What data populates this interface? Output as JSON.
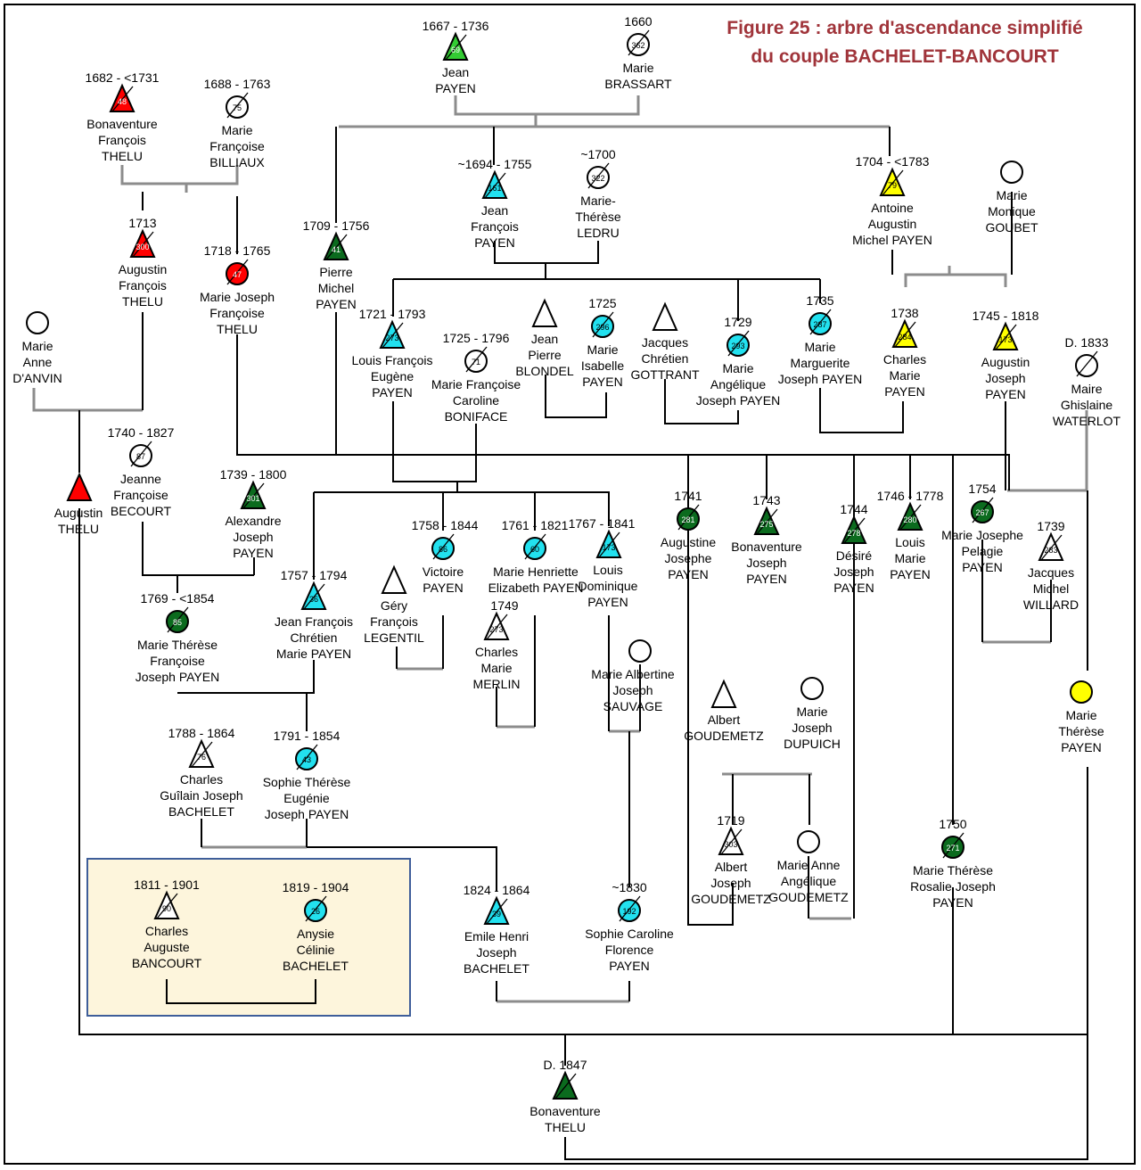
{
  "title": {
    "line1": "Figure 25 : arbre d'ascendance simplifié",
    "line2": "du couple BACHELET-BANCOURT"
  },
  "colors": {
    "red": "#ff0000",
    "light_green": "#33cc33",
    "dark_green": "#0b6b1e",
    "cyan": "#22e1ef",
    "yellow": "#ffff00",
    "white": "#ffffff",
    "gray_line": "#8c8c8c",
    "black_line": "#000000",
    "highlight_fill": "#fdf5dc",
    "highlight_border": "#3e5e9a",
    "title": "#a0343a"
  },
  "people": [
    {
      "id": "jean-payen-1667",
      "dates": "1667 - 1736",
      "name": [
        "Jean",
        "PAYEN"
      ],
      "num": "69",
      "shape": "triangle",
      "color": "light_green"
    },
    {
      "id": "marie-brassart",
      "dates": "1660",
      "name": [
        "Marie",
        "BRASSART"
      ],
      "num": "362",
      "shape": "circle",
      "color": "white"
    },
    {
      "id": "bonaventure-francois-thelu",
      "dates": "1682 - <1731",
      "name": [
        "Bonaventure",
        "François",
        "THELU"
      ],
      "num": "48",
      "shape": "triangle",
      "color": "red"
    },
    {
      "id": "marie-francoise-billiaux",
      "dates": "1688 - 1763",
      "name": [
        "Marie",
        "Françoise",
        "BILLIAUX"
      ],
      "num": "75",
      "shape": "circle",
      "color": "white"
    },
    {
      "id": "jean-francois-payen-1694",
      "dates": "~1694 - 1755",
      "name": [
        "Jean",
        "François",
        "PAYEN"
      ],
      "num": "161",
      "shape": "triangle",
      "color": "cyan"
    },
    {
      "id": "marie-therese-ledru",
      "dates": "~1700",
      "name": [
        "Marie-",
        "Thérèse",
        "LEDRU"
      ],
      "num": "322",
      "shape": "circle",
      "color": "white"
    },
    {
      "id": "antoine-augustin-michel-payen",
      "dates": "1704 - <1783",
      "name": [
        "Antoine",
        "Augustin",
        "Michel PAYEN"
      ],
      "num": "79",
      "shape": "triangle",
      "color": "yellow"
    },
    {
      "id": "marie-monique-goubet",
      "dates": "",
      "name": [
        "Marie",
        "Monique",
        "GOUBET"
      ],
      "num": "",
      "shape": "circle",
      "color": "white"
    },
    {
      "id": "augustin-francois-thelu",
      "dates": "1713",
      "name": [
        "Augustin",
        "François",
        "THELU"
      ],
      "num": "300",
      "shape": "triangle",
      "color": "red"
    },
    {
      "id": "marie-joseph-francoise-thelu",
      "dates": "1718 - 1765",
      "name": [
        "Marie Joseph",
        "Françoise",
        "THELU"
      ],
      "num": "47",
      "shape": "circle",
      "color": "red"
    },
    {
      "id": "pierre-michel-payen",
      "dates": "1709 - 1756",
      "name": [
        "Pierre",
        "Michel",
        "PAYEN"
      ],
      "num": "41",
      "shape": "triangle",
      "color": "dark_green"
    },
    {
      "id": "marie-anne-danvin",
      "dates": "",
      "name": [
        "Marie",
        "Anne",
        "D'ANVIN"
      ],
      "num": "",
      "shape": "circle",
      "color": "white"
    },
    {
      "id": "louis-francois-eugene-payen",
      "dates": "1721 - 1793",
      "name": [
        "Louis François",
        "Eugène",
        "PAYEN"
      ],
      "num": "273",
      "shape": "triangle",
      "color": "cyan"
    },
    {
      "id": "marie-francoise-caroline-boniface",
      "dates": "1725 - 1796",
      "name": [
        "Marie Françoise",
        "Caroline",
        "BONIFACE"
      ],
      "num": "71",
      "shape": "circle",
      "color": "white"
    },
    {
      "id": "jean-pierre-blondel",
      "dates": "",
      "name": [
        "Jean",
        "Pierre",
        "BLONDEL"
      ],
      "num": "",
      "shape": "triangle",
      "color": "white"
    },
    {
      "id": "marie-isabelle-payen",
      "dates": "1725",
      "name": [
        "Marie",
        "Isabelle",
        "PAYEN"
      ],
      "num": "296",
      "shape": "circle",
      "color": "cyan"
    },
    {
      "id": "jacques-chretien-gottrant",
      "dates": "",
      "name": [
        "Jacques",
        "Chrétien",
        "GOTTRANT"
      ],
      "num": "",
      "shape": "triangle",
      "color": "white"
    },
    {
      "id": "marie-angelique-joseph-payen",
      "dates": "1729",
      "name": [
        "Marie",
        "Angélique",
        "Joseph PAYEN"
      ],
      "num": "293",
      "shape": "circle",
      "color": "cyan"
    },
    {
      "id": "marie-marguerite-joseph-payen",
      "dates": "1735",
      "name": [
        "Marie",
        "Marguerite",
        "Joseph PAYEN"
      ],
      "num": "287",
      "shape": "circle",
      "color": "cyan"
    },
    {
      "id": "charles-marie-payen",
      "dates": "1738",
      "name": [
        "Charles",
        "Marie",
        "PAYEN"
      ],
      "num": "284",
      "shape": "triangle",
      "color": "yellow"
    },
    {
      "id": "augustin-joseph-payen",
      "dates": "1745 - 1818",
      "name": [
        "Augustin",
        "Joseph",
        "PAYEN"
      ],
      "num": "173",
      "shape": "triangle",
      "color": "yellow"
    },
    {
      "id": "maire-ghislaine-waterlot",
      "dates": "D. 1833",
      "name": [
        "Maire",
        "Ghislaine",
        "WATERLOT"
      ],
      "num": "",
      "shape": "circle",
      "color": "white",
      "deceased": true
    },
    {
      "id": "augustin-thelu",
      "dates": "",
      "name": [
        "Augustin",
        "THELU"
      ],
      "num": "",
      "shape": "triangle",
      "color": "red"
    },
    {
      "id": "jeanne-francoise-becourt",
      "dates": "1740 - 1827",
      "name": [
        "Jeanne",
        "Françoise",
        "BECOURT"
      ],
      "num": "87",
      "shape": "circle",
      "color": "white"
    },
    {
      "id": "alexandre-joseph-payen",
      "dates": "1739 - 1800",
      "name": [
        "Alexandre",
        "Joseph",
        "PAYEN"
      ],
      "num": "301",
      "shape": "triangle",
      "color": "dark_green"
    },
    {
      "id": "victoire-payen",
      "dates": "1758 - 1844",
      "name": [
        "Victoire",
        "PAYEN"
      ],
      "num": "86",
      "shape": "circle",
      "color": "cyan"
    },
    {
      "id": "marie-henriette-elizabeth-payen",
      "dates": "1761 - 1821",
      "name": [
        "Marie Henriette",
        "Elizabeth PAYEN"
      ],
      "num": "60",
      "shape": "circle",
      "color": "cyan"
    },
    {
      "id": "louis-dominique-payen",
      "dates": "1767 - 1841",
      "name": [
        "Louis",
        "Dominique",
        "PAYEN"
      ],
      "num": "173",
      "shape": "triangle",
      "color": "cyan"
    },
    {
      "id": "augustine-josephe-payen",
      "dates": "1741",
      "name": [
        "Augustine",
        "Josephe",
        "PAYEN"
      ],
      "num": "281",
      "shape": "circle",
      "color": "dark_green"
    },
    {
      "id": "bonaventure-joseph-payen",
      "dates": "1743",
      "name": [
        "Bonaventure",
        "Joseph",
        "PAYEN"
      ],
      "num": "275",
      "shape": "triangle",
      "color": "dark_green"
    },
    {
      "id": "desire-joseph-payen",
      "dates": "1744",
      "name": [
        "Désiré",
        "Joseph",
        "PAYEN"
      ],
      "num": "278",
      "shape": "triangle",
      "color": "dark_green"
    },
    {
      "id": "louis-marie-payen",
      "dates": "1746 - 1778",
      "name": [
        "Louis",
        "Marie",
        "PAYEN"
      ],
      "num": "280",
      "shape": "triangle",
      "color": "dark_green"
    },
    {
      "id": "marie-josephe-pelagie-payen",
      "dates": "1754",
      "name": [
        "Marie Josephe",
        "Pelagie",
        "PAYEN"
      ],
      "num": "267",
      "shape": "circle",
      "color": "dark_green"
    },
    {
      "id": "jacques-michel-willard",
      "dates": "1739",
      "name": [
        "Jacques",
        "Michel",
        "WILLARD"
      ],
      "num": "283",
      "shape": "triangle",
      "color": "white"
    },
    {
      "id": "marie-therese-francoise-joseph-payen",
      "dates": "1769 - <1854",
      "name": [
        "Marie Thérèse",
        "Françoise",
        "Joseph PAYEN"
      ],
      "num": "85",
      "shape": "circle",
      "color": "dark_green"
    },
    {
      "id": "jean-francois-chretien-marie-payen",
      "dates": "1757 - 1794",
      "name": [
        "Jean François",
        "Chrétien",
        "Marie PAYEN"
      ],
      "num": "36",
      "shape": "triangle",
      "color": "cyan"
    },
    {
      "id": "gery-francois-legentil",
      "dates": "",
      "name": [
        "Géry",
        "François",
        "LEGENTIL"
      ],
      "num": "",
      "shape": "triangle",
      "color": "white"
    },
    {
      "id": "charles-marie-merlin",
      "dates": "1749",
      "name": [
        "Charles",
        "Marie",
        "MERLIN"
      ],
      "num": "273",
      "shape": "triangle",
      "color": "white"
    },
    {
      "id": "marie-albertine-joseph-sauvage",
      "dates": "",
      "name": [
        "Marie  Albertine",
        "Joseph",
        "SAUVAGE"
      ],
      "num": "",
      "shape": "circle",
      "color": "white"
    },
    {
      "id": "albert-goudemetz",
      "dates": "",
      "name": [
        "Albert",
        "GOUDEMETZ"
      ],
      "num": "",
      "shape": "triangle",
      "color": "white"
    },
    {
      "id": "marie-joseph-dupuich",
      "dates": "",
      "name": [
        "Marie",
        "Joseph",
        "DUPUICH"
      ],
      "num": "",
      "shape": "circle",
      "color": "white"
    },
    {
      "id": "marie-therese-payen",
      "dates": "",
      "name": [
        "Marie",
        "Thérèse",
        "PAYEN"
      ],
      "num": "",
      "shape": "circle",
      "color": "yellow"
    },
    {
      "id": "charles-guilain-joseph-bachelet",
      "dates": "1788 - 1864",
      "name": [
        "Charles",
        "Guîlain Joseph",
        "BACHELET"
      ],
      "num": "76",
      "shape": "triangle",
      "color": "white"
    },
    {
      "id": "sophie-therese-eugenie-joseph-payen",
      "dates": "1791 - 1854",
      "name": [
        "Sophie Thérèse",
        "Eugénie",
        "Joseph PAYEN"
      ],
      "num": "43",
      "shape": "circle",
      "color": "cyan"
    },
    {
      "id": "albert-joseph-goudemetz",
      "dates": "1719",
      "name": [
        "Albert",
        "Joseph",
        "GOUDEMETZ"
      ],
      "num": "303",
      "shape": "triangle",
      "color": "white"
    },
    {
      "id": "marie-anne-angelique-goudemetz",
      "dates": "",
      "name": [
        "Marie Anne",
        "Angélique",
        "GOUDEMETZ"
      ],
      "num": "",
      "shape": "circle",
      "color": "white"
    },
    {
      "id": "marie-therese-rosalie-joseph-payen",
      "dates": "1750",
      "name": [
        "Marie Thérèse",
        "Rosalie Joseph",
        "PAYEN"
      ],
      "num": "271",
      "shape": "circle",
      "color": "dark_green"
    },
    {
      "id": "charles-auguste-bancourt",
      "dates": "1811 - 1901",
      "name": [
        "Charles",
        "Auguste",
        "BANCOURT"
      ],
      "num": "90",
      "shape": "triangle",
      "color": "white"
    },
    {
      "id": "anysie-celinie-bachelet",
      "dates": "1819 - 1904",
      "name": [
        "Anysie",
        "Célinie",
        "BACHELET"
      ],
      "num": "26",
      "shape": "circle",
      "color": "cyan"
    },
    {
      "id": "emile-henri-joseph-bachelet",
      "dates": "1824 - 1864",
      "name": [
        "Emile Henri",
        "Joseph",
        "BACHELET"
      ],
      "num": "39",
      "shape": "triangle",
      "color": "cyan"
    },
    {
      "id": "sophie-caroline-florence-payen",
      "dates": "~1830",
      "name": [
        "Sophie Caroline",
        "Florence",
        "PAYEN"
      ],
      "num": "192",
      "shape": "circle",
      "color": "cyan"
    },
    {
      "id": "bonaventure-thelu",
      "dates": "D. 1847",
      "name": [
        "Bonaventure",
        "THELU"
      ],
      "num": "",
      "shape": "triangle",
      "color": "dark_green"
    }
  ]
}
